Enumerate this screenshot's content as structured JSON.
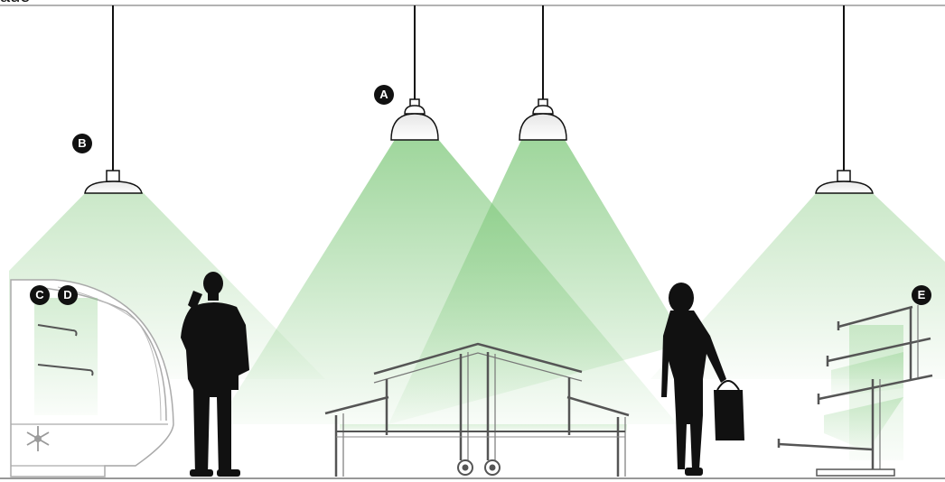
{
  "top_text": "aue",
  "markers": [
    "A",
    "B",
    "C",
    "D",
    "E"
  ],
  "colors": {
    "light": "#7ec87a",
    "ink": "#111111",
    "fixture": "#cfcfcf"
  },
  "icons": [
    "pendant-lamp-icon",
    "snowflake-icon",
    "caster-wheel-icon"
  ]
}
